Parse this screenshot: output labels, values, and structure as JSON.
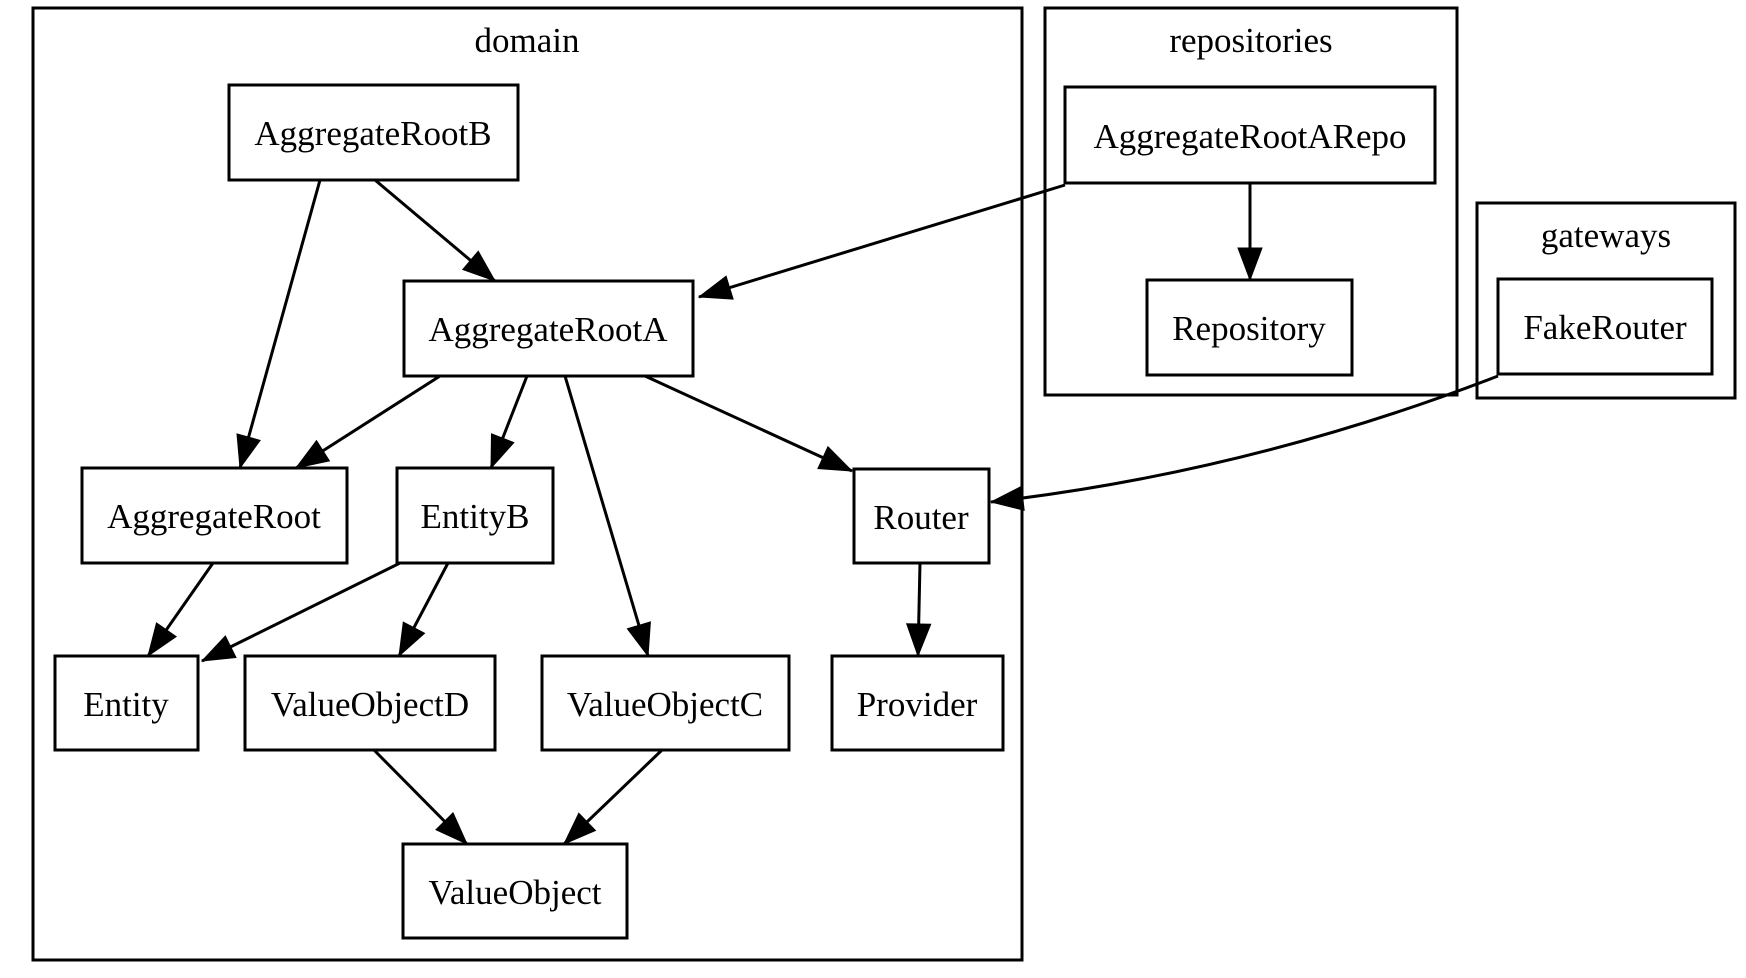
{
  "diagram": {
    "type": "directed-dependency-graph",
    "background_color": "#ffffff",
    "stroke_color": "#000000",
    "clusters": {
      "domain": {
        "label": "domain"
      },
      "repositories": {
        "label": "repositories"
      },
      "gateways": {
        "label": "gateways"
      }
    },
    "nodes": {
      "AggregateRootB": {
        "label": "AggregateRootB",
        "cluster": "domain"
      },
      "AggregateRootA": {
        "label": "AggregateRootA",
        "cluster": "domain"
      },
      "AggregateRoot": {
        "label": "AggregateRoot",
        "cluster": "domain"
      },
      "EntityB": {
        "label": "EntityB",
        "cluster": "domain"
      },
      "Router": {
        "label": "Router",
        "cluster": "domain"
      },
      "Entity": {
        "label": "Entity",
        "cluster": "domain"
      },
      "ValueObjectD": {
        "label": "ValueObjectD",
        "cluster": "domain"
      },
      "ValueObjectC": {
        "label": "ValueObjectC",
        "cluster": "domain"
      },
      "Provider": {
        "label": "Provider",
        "cluster": "domain"
      },
      "ValueObject": {
        "label": "ValueObject",
        "cluster": "domain"
      },
      "AggregateRootARepo": {
        "label": "AggregateRootARepo",
        "cluster": "repositories"
      },
      "Repository": {
        "label": "Repository",
        "cluster": "repositories"
      },
      "FakeRouter": {
        "label": "FakeRouter",
        "cluster": "gateways"
      }
    },
    "edges": [
      {
        "from": "AggregateRootB",
        "to": "AggregateRootA"
      },
      {
        "from": "AggregateRootB",
        "to": "AggregateRoot"
      },
      {
        "from": "AggregateRootA",
        "to": "AggregateRoot"
      },
      {
        "from": "AggregateRootA",
        "to": "EntityB"
      },
      {
        "from": "AggregateRootA",
        "to": "ValueObjectC"
      },
      {
        "from": "AggregateRootA",
        "to": "Router"
      },
      {
        "from": "AggregateRoot",
        "to": "Entity"
      },
      {
        "from": "EntityB",
        "to": "Entity"
      },
      {
        "from": "EntityB",
        "to": "ValueObjectD"
      },
      {
        "from": "Router",
        "to": "Provider"
      },
      {
        "from": "ValueObjectD",
        "to": "ValueObject"
      },
      {
        "from": "ValueObjectC",
        "to": "ValueObject"
      },
      {
        "from": "AggregateRootARepo",
        "to": "AggregateRootA"
      },
      {
        "from": "AggregateRootARepo",
        "to": "Repository"
      },
      {
        "from": "FakeRouter",
        "to": "Router"
      }
    ]
  }
}
